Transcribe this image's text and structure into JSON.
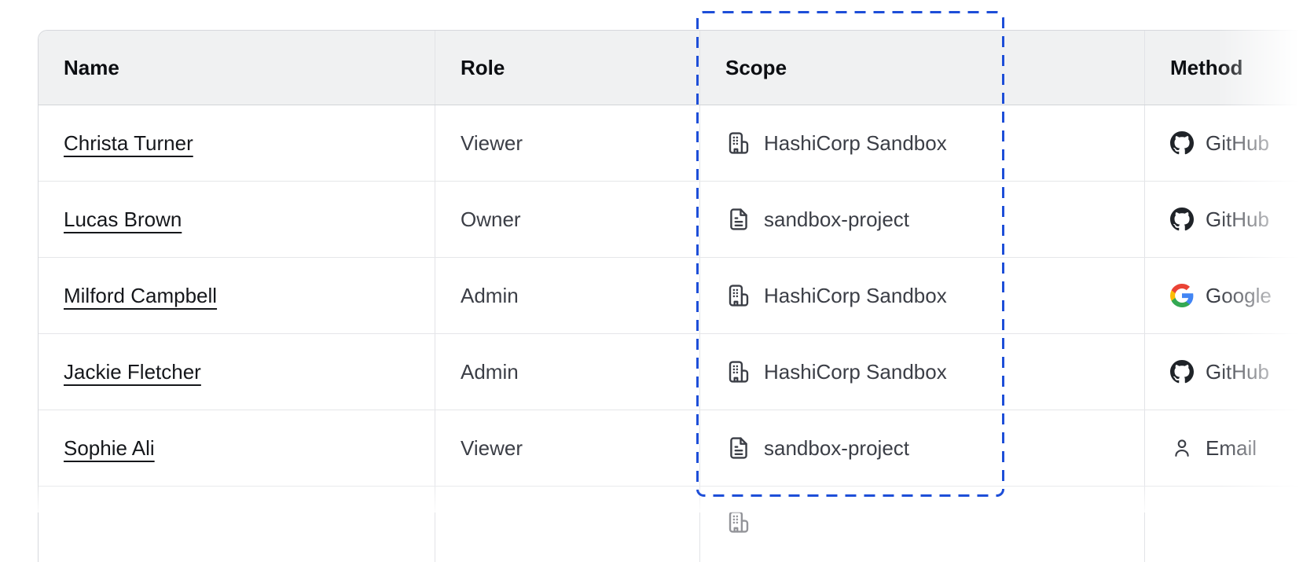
{
  "table": {
    "columns": [
      {
        "label": "Name"
      },
      {
        "label": "Role"
      },
      {
        "label": "Scope"
      },
      {
        "label": "Method"
      }
    ],
    "rows": [
      {
        "name": "Christa Turner",
        "role": "Viewer",
        "scope": {
          "icon": "org-building-icon",
          "label": "HashiCorp Sandbox"
        },
        "method": {
          "icon": "github-icon",
          "label": "GitHub"
        }
      },
      {
        "name": "Lucas Brown",
        "role": "Owner",
        "scope": {
          "icon": "file-text-icon",
          "label": "sandbox-project"
        },
        "method": {
          "icon": "github-icon",
          "label": "GitHub"
        }
      },
      {
        "name": "Milford Campbell",
        "role": "Admin",
        "scope": {
          "icon": "org-building-icon",
          "label": "HashiCorp Sandbox"
        },
        "method": {
          "icon": "google-icon",
          "label": "Google"
        }
      },
      {
        "name": "Jackie Fletcher",
        "role": "Admin",
        "scope": {
          "icon": "org-building-icon",
          "label": "HashiCorp Sandbox"
        },
        "method": {
          "icon": "github-icon",
          "label": "GitHub"
        }
      },
      {
        "name": "Sophie Ali",
        "role": "Viewer",
        "scope": {
          "icon": "file-text-icon",
          "label": "sandbox-project"
        },
        "method": {
          "icon": "person-icon",
          "label": "Email"
        }
      }
    ]
  },
  "annotation": {
    "type": "dashed-highlight-box",
    "highlighted_column": "Scope",
    "color": "#1d4ed8"
  },
  "colors": {
    "header_bg": "#f0f1f2",
    "outer_border": "#d6d8dc",
    "row_border": "#e5e6e9",
    "text_primary": "#15171b",
    "text_secondary": "#3b3e46",
    "github_icon": "#1f2328",
    "google_blue": "#4285f4",
    "google_green": "#34a853",
    "google_yellow": "#fbbc05",
    "google_red": "#ea4335"
  }
}
